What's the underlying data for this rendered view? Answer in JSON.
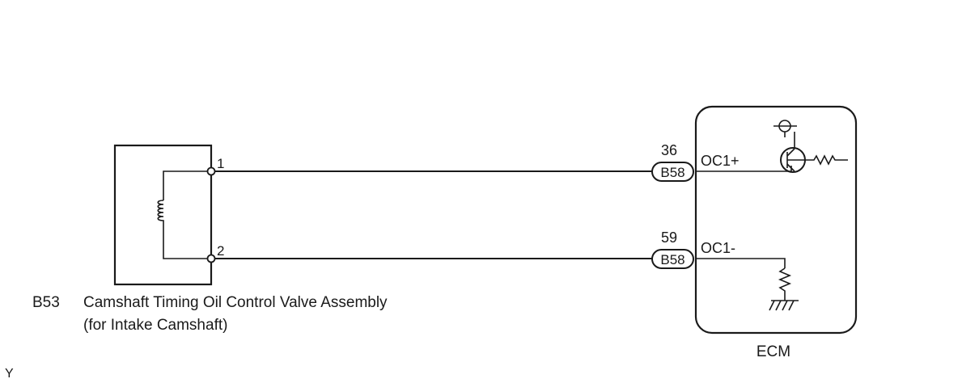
{
  "component": {
    "code": "B53",
    "name": "Camshaft Timing Oil Control Valve Assembly",
    "subtitle": "(for Intake Camshaft)",
    "pins": [
      "1",
      "2"
    ]
  },
  "connections": [
    {
      "pin_number": "36",
      "connector": "B58",
      "signal": "OC1+"
    },
    {
      "pin_number": "59",
      "connector": "B58",
      "signal": "OC1-"
    }
  ],
  "ecm": {
    "label": "ECM"
  },
  "footer_mark": "Y",
  "icons": {
    "solenoid": "coil-icon",
    "transistor": "transistor-icon",
    "resistor": "resistor-icon",
    "ground": "ground-icon",
    "power": "power-supply-icon"
  }
}
